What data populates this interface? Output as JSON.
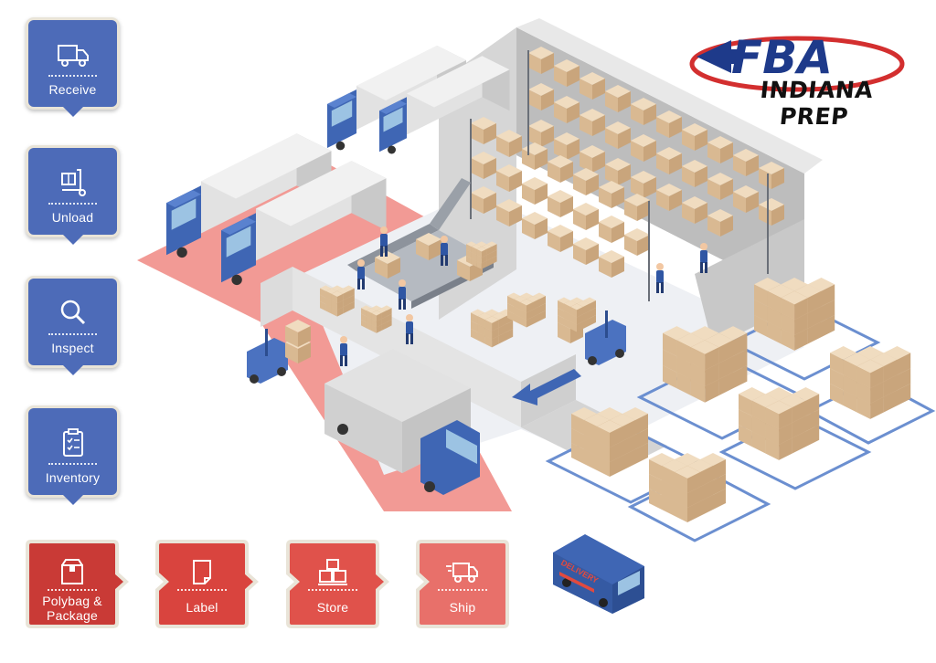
{
  "logo": {
    "mark": "FBA",
    "subtitle": "INDIANA PREP"
  },
  "steps_vertical": [
    {
      "label": "Receive",
      "icon": "truck-icon"
    },
    {
      "label": "Unload",
      "icon": "dolly-icon"
    },
    {
      "label": "Inspect",
      "icon": "magnifier-icon"
    },
    {
      "label": "Inventory",
      "icon": "clipboard-icon"
    }
  ],
  "steps_horizontal": [
    {
      "label": "Polybag &\nPackage",
      "icon": "package-icon"
    },
    {
      "label": "Label",
      "icon": "label-icon"
    },
    {
      "label": "Store",
      "icon": "boxes-icon"
    },
    {
      "label": "Ship",
      "icon": "fast-truck-icon"
    }
  ],
  "van_text": "DELIVERY",
  "colors": {
    "step_blue": "#4d6bb8",
    "step_red_1": "#c93a36",
    "step_red_2": "#d9443e",
    "step_red_3": "#e0524b",
    "step_red_4": "#e8706a",
    "logo_blue": "#1e3a8a",
    "logo_red": "#d32f2f",
    "floor_pink": "#f29a95",
    "box_tan": "#e3c9a6"
  }
}
